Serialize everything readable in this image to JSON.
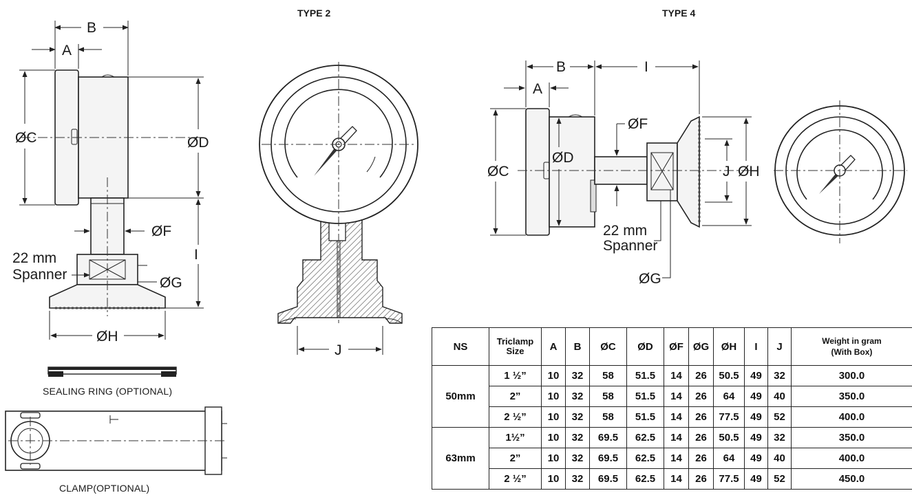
{
  "headings": {
    "type2": "TYPE 2",
    "type4": "TYPE 4"
  },
  "captions": {
    "sealing_ring": "SEALING RING (OPTIONAL)",
    "clamp": "CLAMP(OPTIONAL)"
  },
  "labels": {
    "a": "A",
    "b": "B",
    "c": "ØC",
    "d": "ØD",
    "f": "ØF",
    "g": "ØG",
    "h": "ØH",
    "i": "I",
    "j": "J",
    "spanner_line1": "22 mm",
    "spanner_line2": "Spanner"
  },
  "table": {
    "headers": {
      "ns": "NS",
      "triclamp_line1": "Triclamp",
      "triclamp_line2": "Size",
      "a": "A",
      "b": "B",
      "c": "ØC",
      "d": "ØD",
      "f": "ØF",
      "g": "ØG",
      "h": "ØH",
      "i": "I",
      "j": "J",
      "weight_line1": "Weight in gram",
      "weight_line2": "(With Box)"
    },
    "groups": [
      {
        "ns": "50mm",
        "rows": [
          {
            "size": "1 ½”",
            "a": "10",
            "b": "32",
            "c": "58",
            "d": "51.5",
            "f": "14",
            "g": "26",
            "h": "50.5",
            "i": "49",
            "j": "32",
            "weight": "300.0"
          },
          {
            "size": "2”",
            "a": "10",
            "b": "32",
            "c": "58",
            "d": "51.5",
            "f": "14",
            "g": "26",
            "h": "64",
            "i": "49",
            "j": "40",
            "weight": "350.0"
          },
          {
            "size": "2 ½”",
            "a": "10",
            "b": "32",
            "c": "58",
            "d": "51.5",
            "f": "14",
            "g": "26",
            "h": "77.5",
            "i": "49",
            "j": "52",
            "weight": "400.0"
          }
        ]
      },
      {
        "ns": "63mm",
        "rows": [
          {
            "size": "1½”",
            "a": "10",
            "b": "32",
            "c": "69.5",
            "d": "62.5",
            "f": "14",
            "g": "26",
            "h": "50.5",
            "i": "49",
            "j": "32",
            "weight": "350.0"
          },
          {
            "size": "2”",
            "a": "10",
            "b": "32",
            "c": "69.5",
            "d": "62.5",
            "f": "14",
            "g": "26",
            "h": "64",
            "i": "49",
            "j": "40",
            "weight": "400.0"
          },
          {
            "size": "2 ½”",
            "a": "10",
            "b": "32",
            "c": "69.5",
            "d": "62.5",
            "f": "14",
            "g": "26",
            "h": "77.5",
            "i": "49",
            "j": "52",
            "weight": "450.0"
          }
        ]
      }
    ]
  }
}
